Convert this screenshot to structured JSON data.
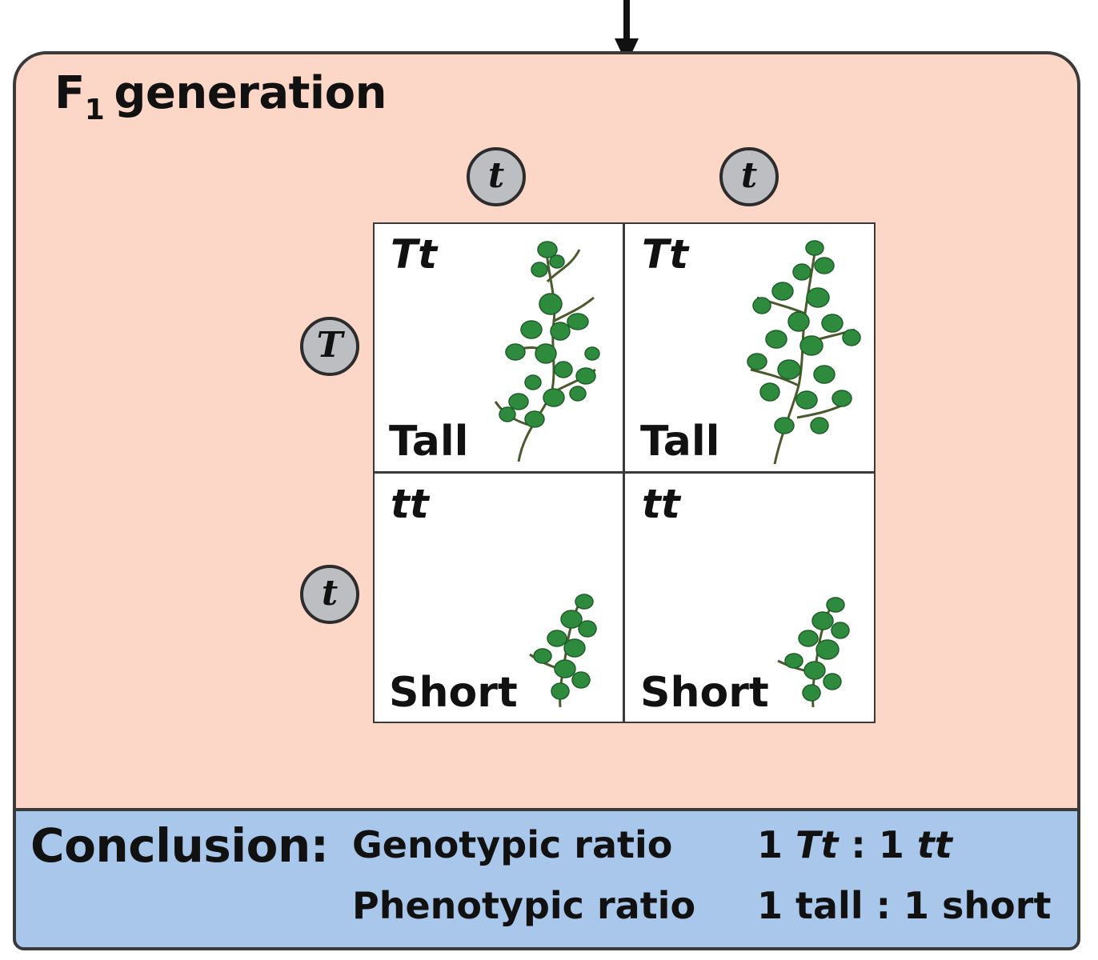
{
  "title": {
    "main": "F",
    "subscript": "1",
    "rest": "generation"
  },
  "alleles": {
    "top_left": "t",
    "top_right": "t",
    "side_top": "T",
    "side_bottom": "t"
  },
  "cells": [
    {
      "genotype": "Tt",
      "phenotype": "Tall",
      "plant": "tall-pea-plant"
    },
    {
      "genotype": "Tt",
      "phenotype": "Tall",
      "plant": "tall-pea-plant"
    },
    {
      "genotype": "tt",
      "phenotype": "Short",
      "plant": "short-pea-plant"
    },
    {
      "genotype": "tt",
      "phenotype": "Short",
      "plant": "short-pea-plant"
    }
  ],
  "conclusion": {
    "label": "Conclusion:",
    "genotypic_label": "Genotypic ratio",
    "genotypic_one_a": "1",
    "genotypic_geno_a": "Tt",
    "genotypic_sep": ":",
    "genotypic_one_b": "1",
    "genotypic_geno_b": "tt",
    "phenotypic_label": "Phenotypic ratio",
    "phenotypic_value": "1 tall : 1 short"
  },
  "colors": {
    "panel_fill": "#fcd6c6",
    "conclusion_fill": "#a9c7ea",
    "allele_fill": "#bcbec2",
    "plant_green": "#2e8b3e"
  }
}
